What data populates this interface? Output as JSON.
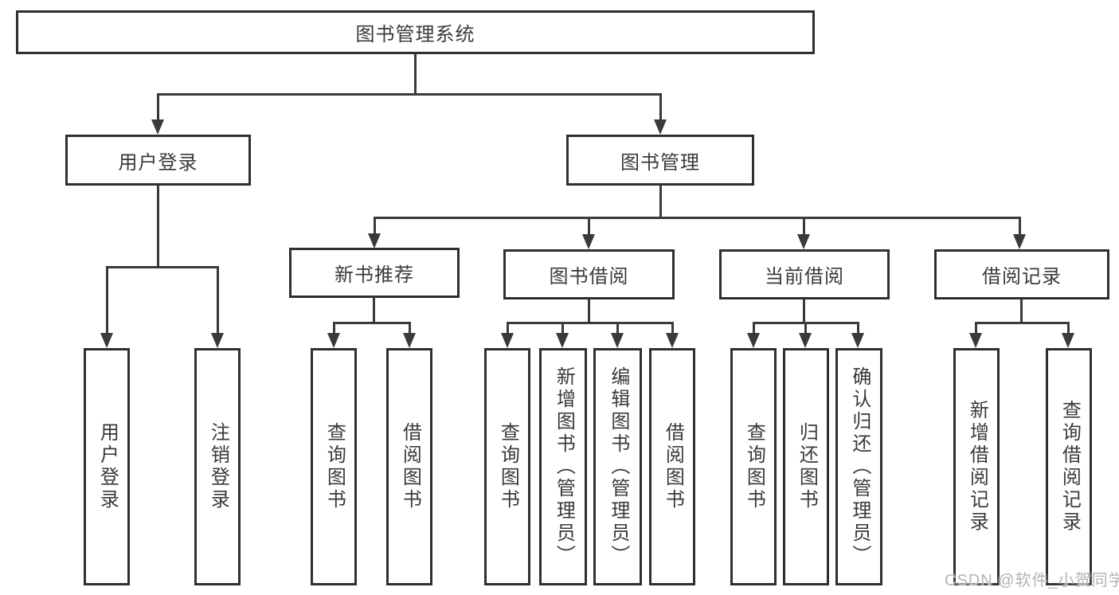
{
  "nodes": {
    "root": "图书管理系统",
    "user_login": "用户登录",
    "book_mgmt": "图书管理",
    "new_book_rec": "新书推荐",
    "book_borrow": "图书借阅",
    "current_borrow": "当前借阅",
    "borrow_records": "借阅记录",
    "user_login_leaf": "用户登录",
    "logout_leaf": "注销登录",
    "nbr_query_books": "查询图书",
    "nbr_borrow_books": "借阅图书",
    "bb_query_books": "查询图书",
    "bb_add_books": "新增图书（管理员）",
    "bb_edit_books": "编辑图书（管理员）",
    "bb_borrow_books": "借阅图书",
    "cb_query_books": "查询图书",
    "cb_return_books": "归还图书",
    "cb_confirm_return": "确认归还（管理员）",
    "br_add_record": "新增借阅记录",
    "br_query_record": "查询借阅记录"
  },
  "watermark": "CSDN @软件_小贺同学",
  "colors": {
    "line": "#3a3a3a",
    "box_border": "#2f2f2f",
    "text": "#3a3a3a",
    "watermark": "#b3b3b3",
    "background": "#ffffff"
  }
}
